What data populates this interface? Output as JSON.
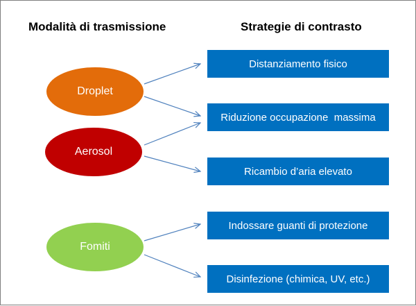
{
  "headings": {
    "left": "Modalità di trasmissione",
    "right": "Strategie di contrasto"
  },
  "modes": [
    {
      "label": "Droplet",
      "color": "#e36c0a"
    },
    {
      "label": "Aerosol",
      "color": "#c00000"
    },
    {
      "label": "Fomiti",
      "color": "#92d050"
    }
  ],
  "strategies": [
    {
      "label": "Distanziamento fisico"
    },
    {
      "label": "Riduzione occupazione  massima"
    },
    {
      "label": "Ricambio d’aria elevato"
    },
    {
      "label": "Indossare guanti di protezione"
    },
    {
      "label": "Disinfezione (chimica, UV, etc.)"
    }
  ],
  "colors": {
    "strategy_box": "#0070c0",
    "arrow": "#4f81bd"
  }
}
